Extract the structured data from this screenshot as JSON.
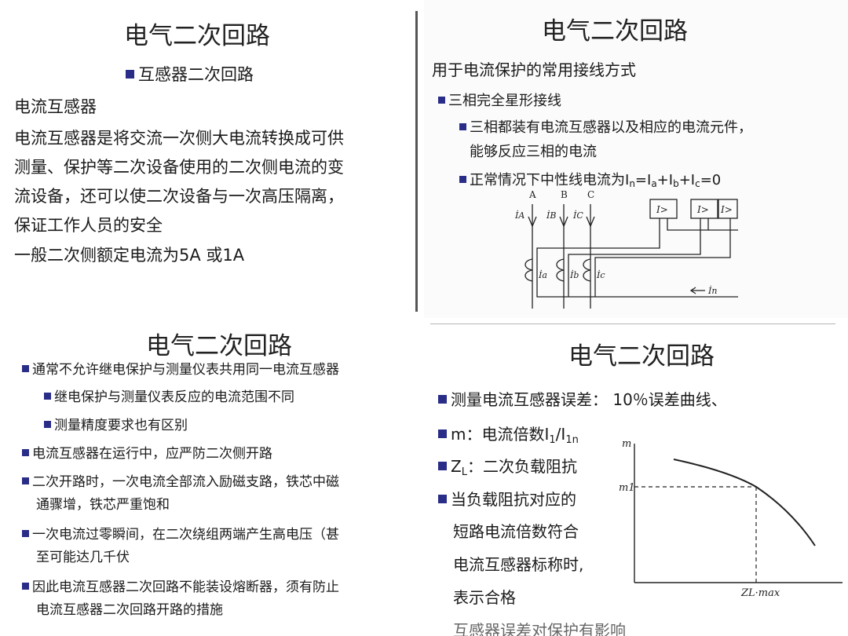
{
  "q1": {
    "title": "电气二次回路",
    "subtitle": "互感器二次回路",
    "heading": "电流互感器",
    "para_lines": [
      "电流互感器是将交流一次侧大电流转换成可供",
      "测量、保护等二次设备使用的二次侧电流的变",
      "流设备，还可以使二次设备与一次高压隔离，",
      "保证工作人员的安全"
    ],
    "rated": "一般二次侧额定电流为5A 或1A"
  },
  "q2": {
    "title": "电气二次回路",
    "line1": "用于电流保护的常用接线方式",
    "b1": "三相完全星形接线",
    "b2_l1": "三相都装有电流互感器以及相应的电流元件，",
    "b2_l2": "能够反应三相的电流",
    "b3_prefix": "正常情况下中性线电流为I",
    "b3_formula": "n=Ia+Ib+Ic=0",
    "diagram": {
      "phases": [
        "A",
        "B",
        "C"
      ],
      "relay_label": "I>",
      "primary_currents": [
        "İA",
        "İB",
        "İC"
      ],
      "secondary_currents": [
        "İa",
        "İb",
        "İc"
      ],
      "neutral_current": "İn"
    }
  },
  "q3": {
    "title": "电气二次回路",
    "items": [
      {
        "level": 1,
        "lines": [
          "通常不允许继电保护与测量仪表共用同一电流互感器"
        ]
      },
      {
        "level": 2,
        "lines": [
          "继电保护与测量仪表反应的电流范围不同"
        ]
      },
      {
        "level": 2,
        "lines": [
          "测量精度要求也有区别"
        ]
      },
      {
        "level": 1,
        "lines": [
          "电流互感器在运行中，应严防二次侧开路"
        ]
      },
      {
        "level": 1,
        "lines": [
          "二次开路时，一次电流全部流入励磁支路，铁芯中磁",
          "通骤增，铁芯严重饱和"
        ]
      },
      {
        "level": 1,
        "lines": [
          "一次电流过零瞬间，在二次绕组两端产生高电压（甚",
          "至可能达几千伏"
        ]
      },
      {
        "level": 1,
        "lines": [
          "因此电流互感器二次回路不能装设熔断器，须有防止",
          "电流互感器二次回路开路的措施"
        ]
      }
    ]
  },
  "q4": {
    "title": "电气二次回路",
    "b1": "测量电流互感器误差：  10％误差曲线、",
    "b2": "m：电流倍数I1/I1n",
    "b3": "ZL：二次负载阻抗",
    "b4_lines": [
      "当负载阻抗对应的",
      "短路电流倍数符合",
      "电流互感器标称时,",
      "表示合格"
    ],
    "cutoff": "互感器误差对保护有影响",
    "curve": {
      "y_axis": "m",
      "y_mark": "m1",
      "x_mark": "ZL·max"
    }
  }
}
